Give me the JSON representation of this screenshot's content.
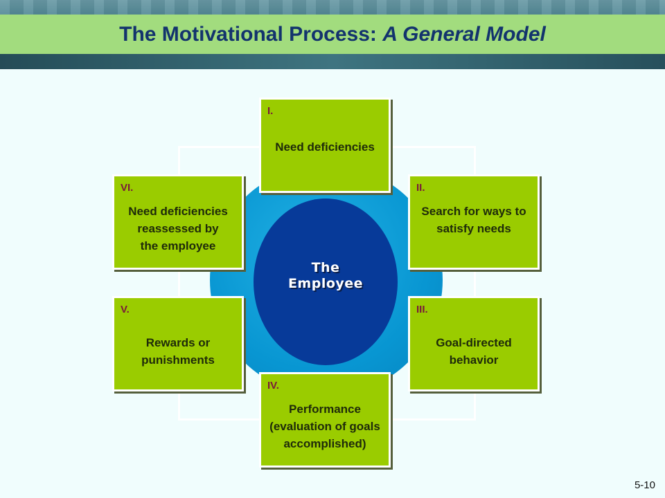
{
  "title": {
    "main": "The Motivational Process: ",
    "italic": "A General Model"
  },
  "center": {
    "line1": "The",
    "line2": "Employee"
  },
  "stages": [
    {
      "num": "I.",
      "text": "Need deficiencies"
    },
    {
      "num": "II.",
      "text": "Search for ways to\nsatisfy needs"
    },
    {
      "num": "III.",
      "text": "Goal-directed\nbehavior"
    },
    {
      "num": "IV.",
      "text": "Performance\n(evaluation of goals\naccomplished)"
    },
    {
      "num": "V.",
      "text": "Rewards  or\npunishments"
    },
    {
      "num": "VI.",
      "text": "Need deficiencies\nreassessed by\nthe employee"
    }
  ],
  "colors": {
    "title_bar": "#a2dc7e",
    "title_text": "#13336d",
    "box_fill": "#9acc00",
    "disc": "#0896d2",
    "core": "#073a99",
    "numeral": "#7a1a3a"
  },
  "page_number": "5-10"
}
